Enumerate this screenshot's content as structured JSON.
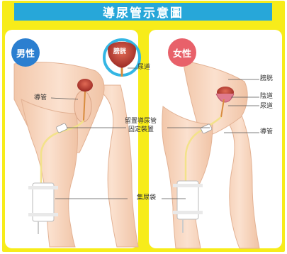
{
  "title": "導尿管示意圖",
  "male": {
    "badge": "男性",
    "labels": {
      "bladder": "膀胱",
      "urethra": "尿道",
      "catheter": "導管"
    }
  },
  "female": {
    "badge": "女性",
    "labels": {
      "bladder": "膀胱",
      "vagina": "陰道",
      "urethra": "尿道",
      "catheter": "導管"
    }
  },
  "shared": {
    "fixation_line1": "留置導尿管",
    "fixation_line2": "固定裝置",
    "urine_bag": "集尿袋"
  },
  "colors": {
    "frame": "#f7ec1a",
    "banner": "#27a7d9",
    "male_badge": "#2b7fd0",
    "female_badge": "#e8616a",
    "skin": "#f7d6bf",
    "bladder": "#b5352e"
  }
}
